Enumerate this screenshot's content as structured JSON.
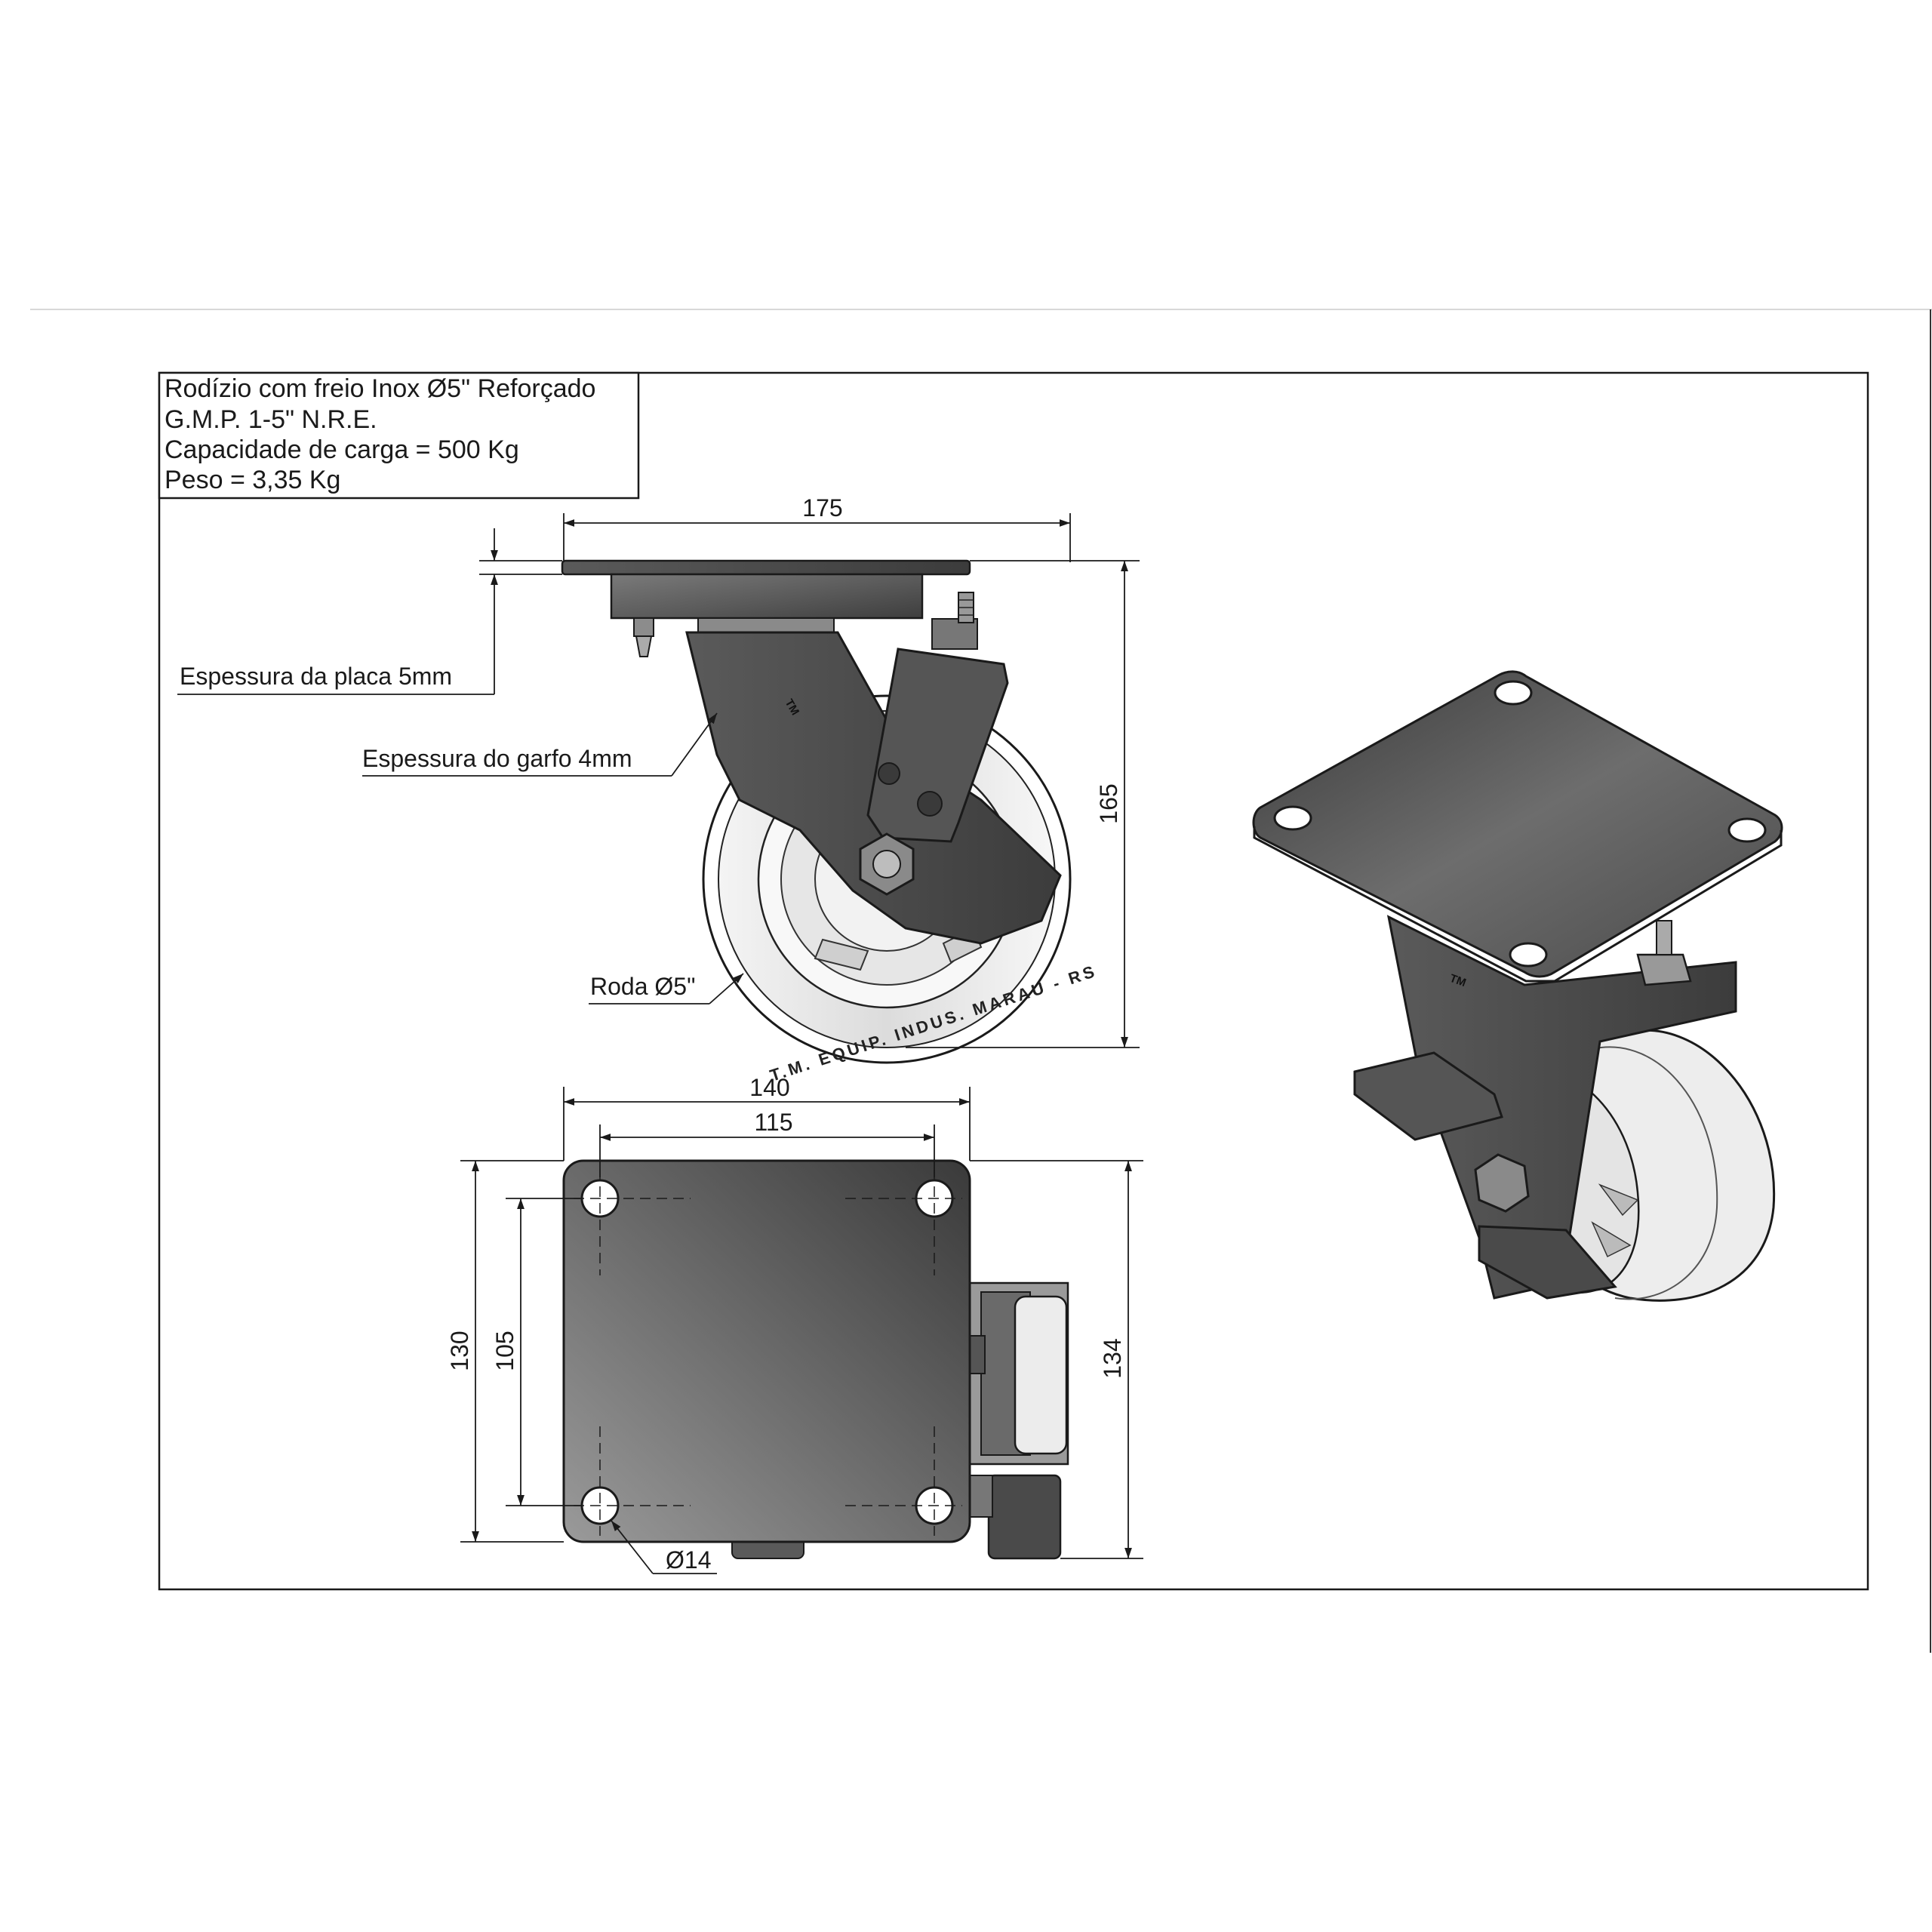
{
  "title_block": {
    "line1": "Rodízio com freio Inox Ø5\" Reforçado",
    "line2": "G.M.P. 1-5\" N.R.E.",
    "line3": "Capacidade de carga = 500 Kg",
    "line4": "Peso = 3,35 Kg"
  },
  "side_view": {
    "width_dim": "175",
    "height_dim": "165",
    "label_plate": "Espessura da placa 5mm",
    "label_fork": "Espessura do garfo 4mm",
    "label_wheel": "Roda Ø5\""
  },
  "top_view": {
    "outer_width_dim": "140",
    "hole_width_dim": "115",
    "outer_height_dim": "130",
    "hole_height_dim": "105",
    "total_height_dim": "134",
    "hole_dia_dim": "Ø14"
  },
  "markings": {
    "logo": "TM",
    "tyre_text": "T.M. EQUIP. INDUS. MARAU - RS"
  },
  "colors": {
    "steel_dark": "#4a4a4a",
    "steel_mid": "#6e6e6e",
    "wheel_light": "#ececec",
    "line": "#1a1a1a"
  }
}
